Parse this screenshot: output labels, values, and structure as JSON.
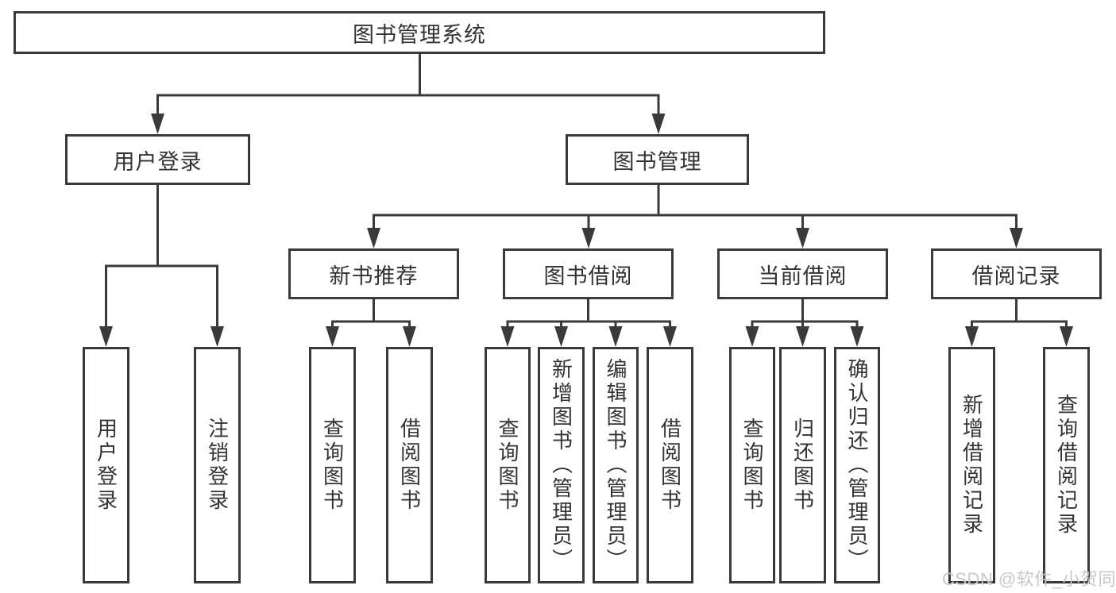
{
  "diagram": {
    "title": "图书管理系统",
    "branches": [
      {
        "label": "用户登录",
        "children": [
          "用户登录",
          "注销登录"
        ]
      },
      {
        "label": "图书管理",
        "children": [
          {
            "label": "新书推荐",
            "children": [
              "查询图书",
              "借阅图书"
            ]
          },
          {
            "label": "图书借阅",
            "children": [
              "查询图书",
              "新增图书（管理员）",
              "编辑图书（管理员）",
              "借阅图书"
            ]
          },
          {
            "label": "当前借阅",
            "children": [
              "查询图书",
              "归还图书",
              "确认归还（管理员）"
            ]
          },
          {
            "label": "借阅记录",
            "children": [
              "新增借阅记录",
              "查询借阅记录"
            ]
          }
        ]
      }
    ]
  },
  "watermark": {
    "text": "CSDN @软件_小贺同学"
  },
  "colors": {
    "line": "#3a3a3a",
    "text": "#333333",
    "box_background": "#ffffff",
    "page_background": "#ffffff",
    "watermark_text": "#c8c8c8"
  }
}
